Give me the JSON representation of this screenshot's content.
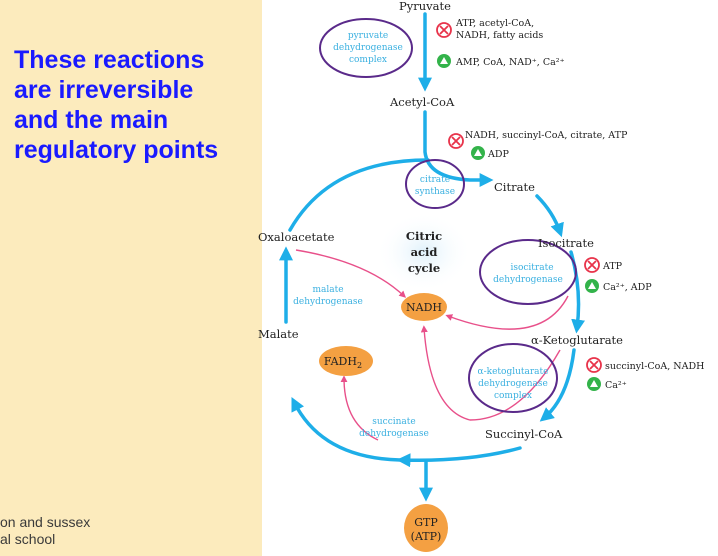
{
  "slide": {
    "headline": [
      "These reactions",
      "are irreversible",
      "and the main",
      "regulatory points"
    ],
    "footer": [
      "on and sussex",
      "al school"
    ]
  },
  "colors": {
    "cycle_arrow": "#1eaee8",
    "enzyme_text": "#3ab0e0",
    "pink_arrow": "#e8508a",
    "circle": "#5a2a8a",
    "nadh_fill": "#f4a042",
    "inhibit": "#e8334a",
    "activate": "#33b34a",
    "headline": "#1a1aff",
    "side_bg": "#fcebbd"
  },
  "diagram": {
    "metabolites": {
      "pyruvate": "Pyruvate",
      "acetyl_coa": "Acetyl-CoA",
      "citrate": "Citrate",
      "isocitrate": "Isocitrate",
      "a_ketoglutarate": "α-Ketoglutarate",
      "succinyl_coa": "Succinyl-CoA",
      "malate": "Malate",
      "oxaloacetate": "Oxaloacetate"
    },
    "center_label": [
      "Citric",
      "acid",
      "cycle"
    ],
    "cofactors": {
      "nadh": "NADH",
      "fadh2_main": "FADH",
      "fadh2_sub": "2",
      "gtp": "GTP",
      "atp": "(ATP)"
    },
    "enzymes": {
      "pdh": [
        "pyruvate",
        "dehydrogenase",
        "complex"
      ],
      "citrate_synthase": [
        "citrate",
        "synthase"
      ],
      "isocitrate_dh": [
        "isocitrate",
        "dehydrogenase"
      ],
      "akg_dh": [
        "α-ketoglutarate",
        "dehydrogenase",
        "complex"
      ],
      "malate_dh": [
        "malate",
        "dehydrogenase"
      ],
      "succinate_dh": [
        "succinate",
        "dehydrogenase"
      ]
    },
    "regulators": {
      "pdh_inhibitors": [
        "ATP, acetyl-CoA,",
        "NADH, fatty acids"
      ],
      "pdh_activators": "AMP, CoA, NAD⁺, Ca²⁺",
      "cs_inhibitors": "NADH, succinyl-CoA, citrate, ATP",
      "cs_activators": "ADP",
      "idh_inhibitors": "ATP",
      "idh_activators": "Ca²⁺, ADP",
      "akg_inhibitors": "succinyl-CoA, NADH",
      "akg_activators": "Ca²⁺"
    }
  }
}
